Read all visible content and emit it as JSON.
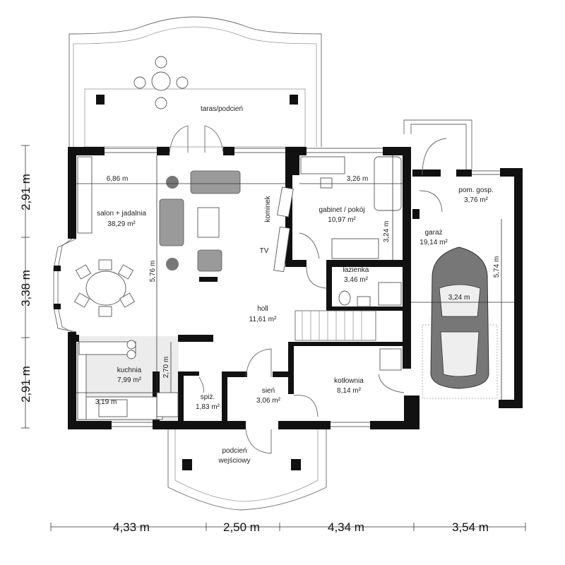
{
  "rooms": {
    "taras": {
      "name": "taras/podcień"
    },
    "salon": {
      "name": "salon + jadalnia",
      "area": "38,29 m²"
    },
    "gabinet": {
      "name": "gabinet / pokój",
      "area": "10,97 m²"
    },
    "pom_gosp": {
      "name": "pom. gosp.",
      "area": "3,76 m²"
    },
    "garaz": {
      "name": "garaż",
      "area": "19,14 m²"
    },
    "lazienka": {
      "name": "łazienka",
      "area": "3,46 m²"
    },
    "holl": {
      "name": "holl",
      "area": "11,61 m²"
    },
    "kuchnia": {
      "name": "kuchnia",
      "area": "7,99 m²"
    },
    "spiz": {
      "name": "spiż.",
      "area": "1,83 m²"
    },
    "sien": {
      "name": "sień",
      "area": "3,06 m²"
    },
    "kotlownia": {
      "name": "kotłownia",
      "area": "8,14 m²"
    },
    "podcien_line1": {
      "name": "podcień"
    },
    "podcien_line2": {
      "name": "wejściowy"
    }
  },
  "labels": {
    "kominek": "kominek",
    "tv": "TV"
  },
  "inner_dims": {
    "salon_width": "6,86 m",
    "salon_depth": "5,76 m",
    "gabinet_width": "3,26 m",
    "gabinet_depth": "3,24 m",
    "garaz_width": "3,24 m",
    "garaz_depth": "5,74 m",
    "kuchnia_width": "3,19 m",
    "kuchnia_depth": "2,70 m"
  },
  "outer_dims": {
    "bottom": [
      "4,33 m",
      "2,50 m",
      "4,34 m",
      "3,54 m"
    ],
    "left": [
      "2,91 m",
      "3,38 m",
      "2,91 m"
    ]
  },
  "colors": {
    "wall": "#111111",
    "furniture": "#9a9a9a",
    "kitchen_floor": "#e6e6e6"
  }
}
